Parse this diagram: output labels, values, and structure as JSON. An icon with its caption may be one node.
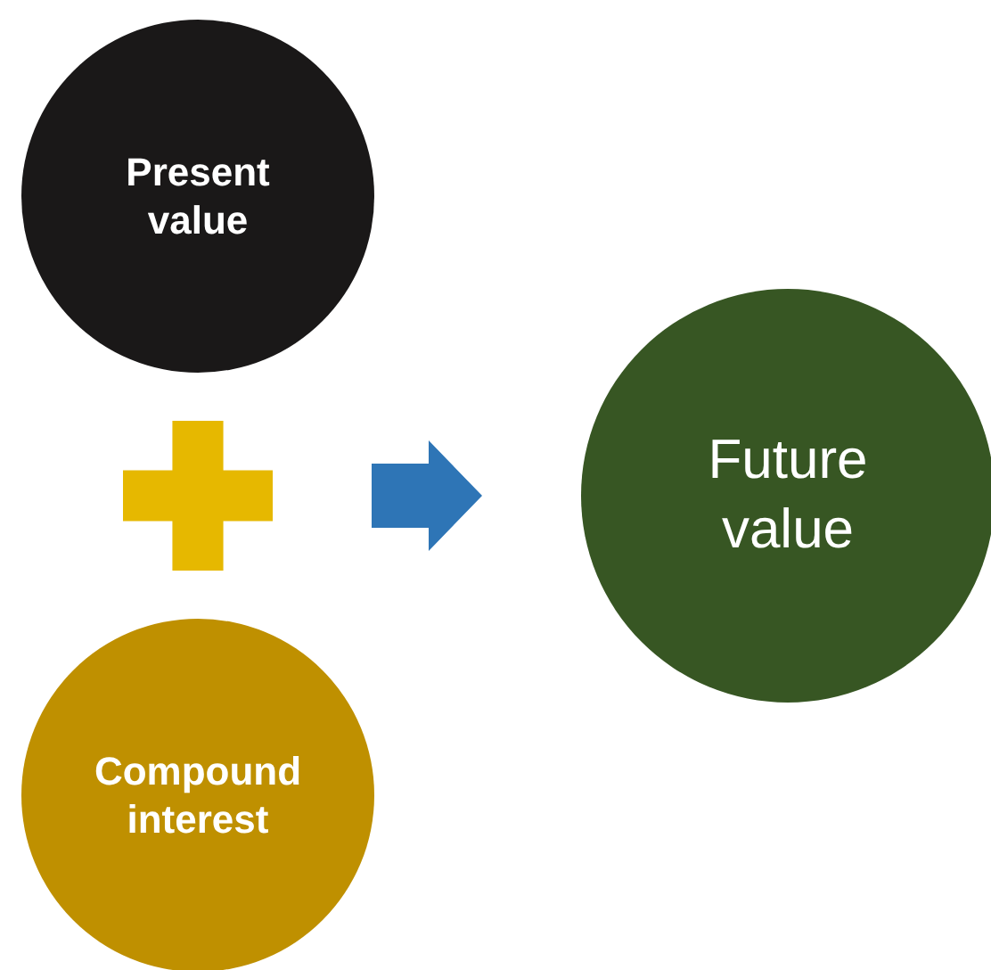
{
  "diagram": {
    "nodes": [
      {
        "text": [
          "Present value"
        ]
      },
      {
        "text": [],
        "shape": "plus"
      },
      {
        "text": [
          "Compound interest"
        ]
      },
      {
        "text": [
          "Future value"
        ]
      }
    ],
    "edges": [
      {
        "from": 1,
        "to": 3,
        "arrow": "to",
        "style": "thick",
        "color": "#2e75b6"
      }
    ]
  }
}
